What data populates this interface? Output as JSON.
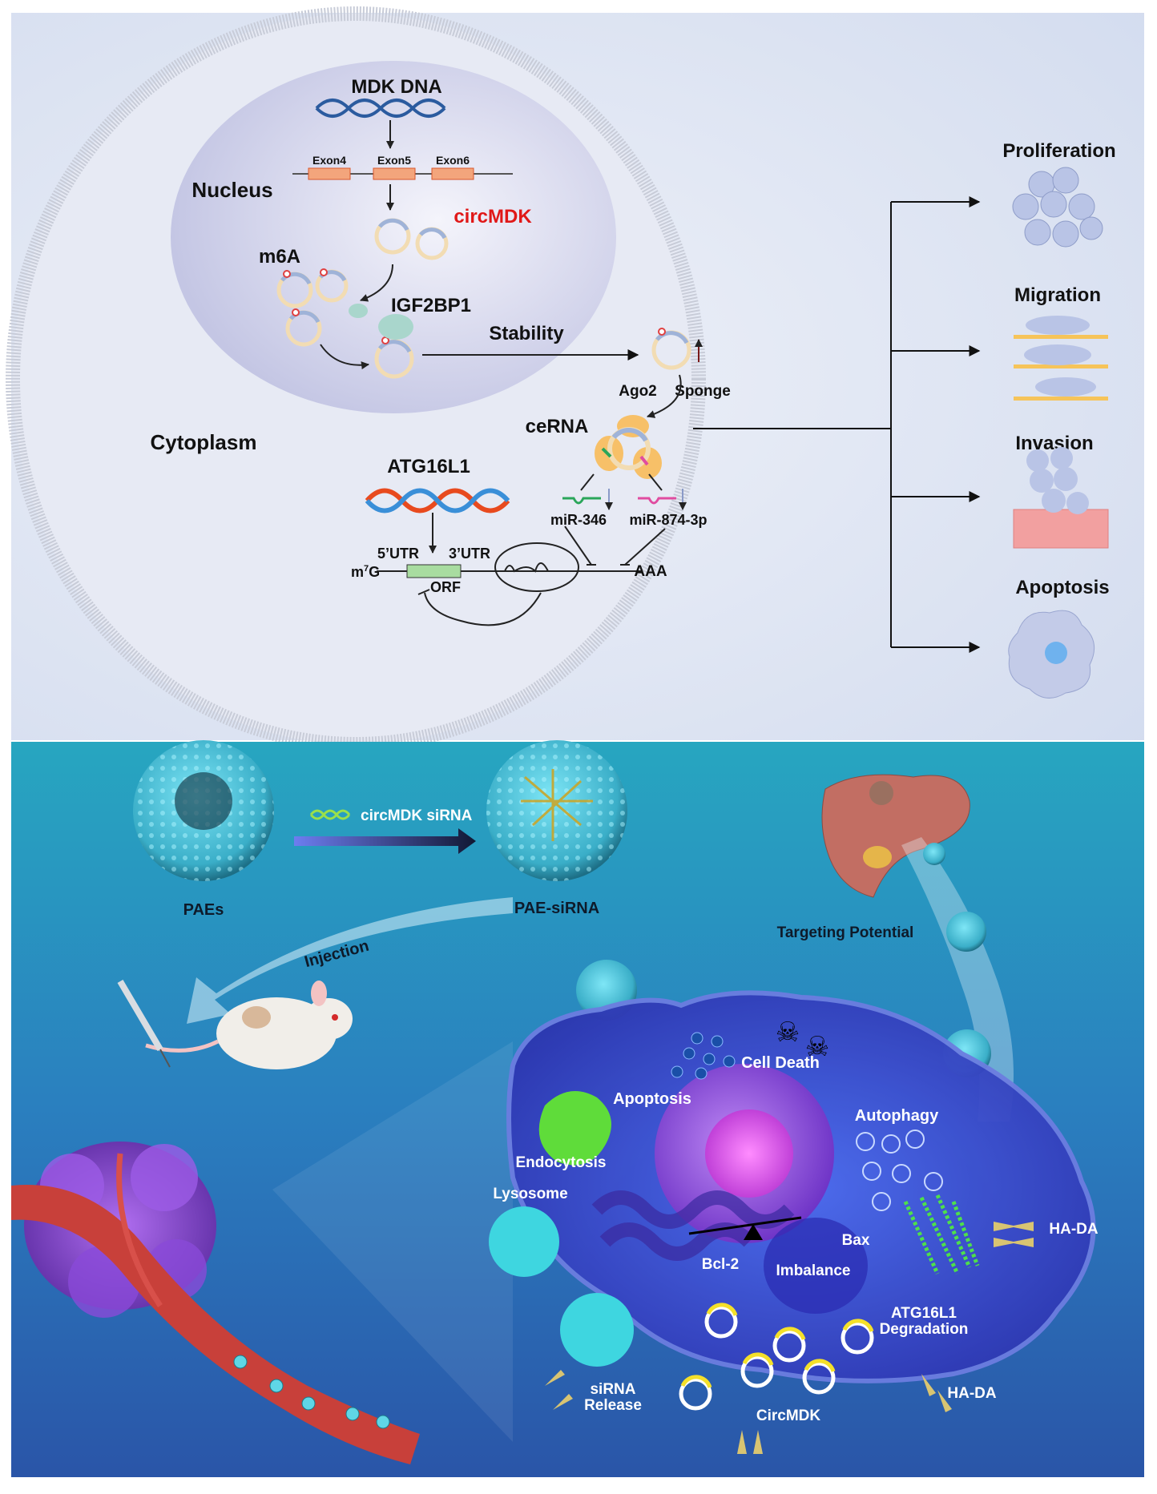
{
  "top_panel": {
    "nucleus_label": "Nucleus",
    "cytoplasm_label": "Cytoplasm",
    "mdk_dna": "MDK DNA",
    "exons": [
      "Exon4",
      "Exon5",
      "Exon6"
    ],
    "circmdk": "circMDK",
    "m6a": "m6A",
    "igf2bp1": "IGF2BP1",
    "stability": "Stability",
    "ago2": "Ago2",
    "sponge": "Sponge",
    "cerna": "ceRNA",
    "atg16l1": "ATG16L1",
    "mirnas": [
      "miR-346",
      "miR-874-3p"
    ],
    "utr5": "5’UTR",
    "utr3": "3’UTR",
    "cap": "m",
    "cap_sup": "7",
    "cap_g": "G",
    "orf": "ORF",
    "polya": "AAA",
    "outcomes": [
      "Proliferation",
      "Migration",
      "Invasion",
      "Apoptosis"
    ],
    "colors": {
      "circmdk_label": "#e01818",
      "background": "#dde5f3",
      "mir346": "#2aa65a",
      "mir874": "#e04ca0"
    }
  },
  "bottom_panel": {
    "paes": "PAEs",
    "pae_sirna": "PAE-siRNA",
    "sirna_label": "circMDK siRNA",
    "injection": "Injection",
    "targeting": "Targeting Potential",
    "cell_death": "Cell Death",
    "apoptosis": "Apoptosis",
    "autophagy": "Autophagy",
    "endocytosis": "Endocytosis",
    "lysosome": "Lysosome",
    "hada_1": "HA-DA",
    "hada_2": "HA-DA",
    "bax": "Bax",
    "bcl2": "Bcl-2",
    "imbalance": "Imbalance",
    "atg_deg_1": "ATG16L1",
    "atg_deg_2": "Degradation",
    "sirna_release_1": "siRNA",
    "sirna_release_2": "Release",
    "circmdk": "CircMDK",
    "colors": {
      "top": "#27a6c0",
      "bottom": "#2a55a8",
      "cell": "#3b45c8",
      "nucleus": "#9b4fe0"
    }
  }
}
